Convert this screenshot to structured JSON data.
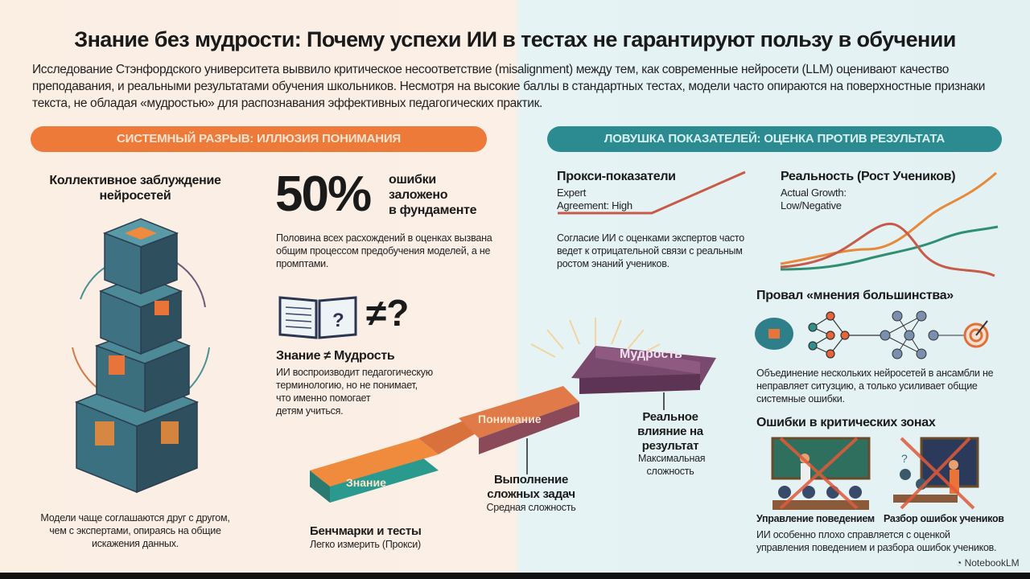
{
  "title": "Знание без мудрости: Почему успехи ИИ в тестах не гарантируют пользу в обучении",
  "intro": "Исследование Стэнфордского университета выввило критическое несоответствие (misalignment) между тем, как современные нейросети (LLM) оценивают качество преподавания, и реальными результатами обучения школьников. Несмотря на высокие баллы в стандартных тестах, модели часто опираются на поверхностные признаки текста, не обладая «мудростью» для распознавания эффективных педагогических практик.",
  "colors": {
    "orange": "#ee7a3a",
    "teal": "#2b8b90",
    "purple": "#7a4a6e",
    "left_bg": "#fbeee3",
    "right_bg": "#e4f2f3"
  },
  "left": {
    "banner": "СИСТЕМНЫЙ РАЗРЫВ: ИЛЛЮЗИЯ ПОНИМАНИЯ",
    "collective": {
      "heading": "Коллективное заблуждение нейросетей",
      "caption": "Модели чаще соглашаются друг с другом, чем с экспертами, опираясь на общие искажения данных.",
      "icon": "circuit-cube-tower-icon"
    },
    "stat": {
      "value": "50%",
      "label_lines": [
        "ошибки",
        "заложено",
        "в фундаменте"
      ],
      "text": "Половина всех расхождений в оценках вызвана общим процессом предобучения моделей, а не промптами."
    },
    "wisdom": {
      "symbol": "≠?",
      "heading": "Знание ≠ Мудрость",
      "text_lines": [
        "ИИ воспроизводит педагогическую",
        "терминологию, но не понимает,",
        "что именно помогает",
        "детям учиться."
      ],
      "icon": "open-book-icon"
    }
  },
  "stairs": {
    "steps": [
      "Знание",
      "Понимание",
      "Мудрость"
    ],
    "captions": [
      {
        "title": "Бенчмарки и тесты",
        "sub": "Легко измерить (Прокси)"
      },
      {
        "title": "Выполнение сложных задач",
        "sub": "Средная сложность"
      },
      {
        "title": "Реальное влияние на результат",
        "sub": "Максимальная сложность"
      }
    ]
  },
  "right": {
    "banner": "ЛОВУШКА ПОКАЗАТЕЛЕЙ: ОЦЕНКА ПРОТИВ РЕЗУЛЬТАТА",
    "proxy": {
      "heading": "Прокси-показатели",
      "sub_lines": [
        "Expert",
        "Agreement: High"
      ],
      "text": "Согласие ИИ с оценками экспертов часто ведет к отрицательной связи с реальным ростом энаний учеников."
    },
    "reality": {
      "heading": "Реальность (Рост Учеников)",
      "sub_lines": [
        "Actual Growth:",
        "Low/Negative"
      ]
    },
    "majority": {
      "heading": "Провал «мнения большинства»",
      "text": "Объединение нескольких нейросетей в ансамбли не неправляет ситузцию, а только усиливает общие системные ошибки.",
      "icons": [
        "brain-icon",
        "small-network-icon",
        "dense-network-icon",
        "target-icon"
      ]
    },
    "critical": {
      "heading": "Ошибки в критических зонах",
      "labels": [
        "Управление поведением",
        "Разбор ошибок учеников"
      ],
      "text": "ИИ особенно плохо справляется с оценкой управления поведением и разбора ошибок учеников."
    }
  },
  "brand": "NotebookLM"
}
